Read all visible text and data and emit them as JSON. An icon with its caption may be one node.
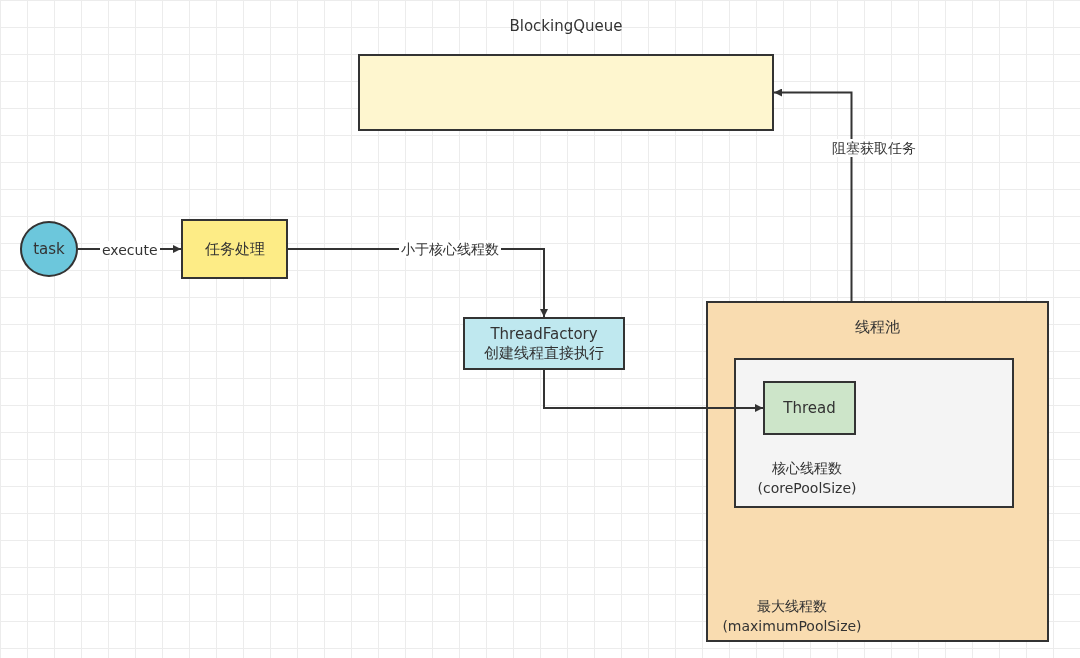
{
  "diagram": {
    "nodes": [
      {
        "text": [
          "BlockingQueue"
        ]
      },
      {
        "text": [
          "task"
        ]
      },
      {
        "text": [
          "任务处理"
        ]
      },
      {
        "text": [
          "ThreadFactory",
          "创建线程直接执行"
        ]
      },
      {
        "text": [
          "线程池",
          "最大线程数 (maximumPoolSize)"
        ]
      },
      {
        "text": [
          "核心线程数 (corePoolSize)"
        ],
        "in": 4
      },
      {
        "text": [
          "Thread"
        ],
        "in": 5
      }
    ],
    "edges": [
      {
        "from": 1,
        "to": 2,
        "arrow": "to",
        "label": "execute"
      },
      {
        "from": 2,
        "to": 3,
        "arrow": "to",
        "label": "小于核心线程数"
      },
      {
        "from": 3,
        "to": 6,
        "arrow": "to"
      },
      {
        "from": 4,
        "to": 0,
        "arrow": "to",
        "label": "阻塞获取任务"
      }
    ]
  }
}
